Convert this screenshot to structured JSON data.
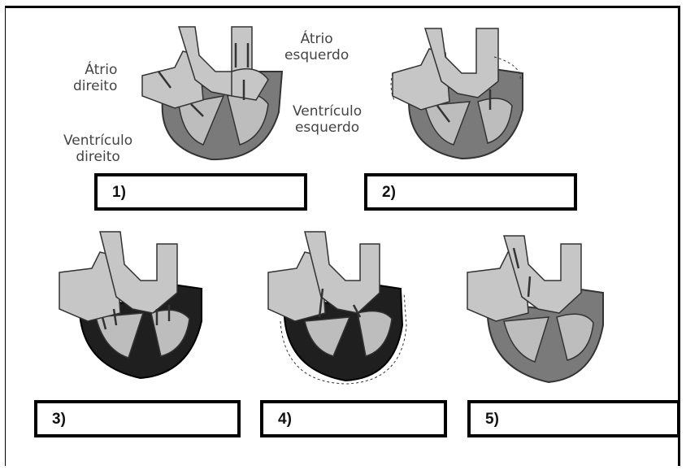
{
  "labels": {
    "atrio_direito": [
      "Átrio",
      "direito"
    ],
    "ventriculo_direito": [
      "Ventrículo",
      "direito"
    ],
    "atrio_esquerdo": [
      "Átrio",
      "esquerdo"
    ],
    "ventriculo_esquerdo": [
      "Ventrículo",
      "esquerdo"
    ]
  },
  "boxes": [
    "1)",
    "2)",
    "3)",
    "4)",
    "5)"
  ],
  "colors": {
    "muscle_dark": "#1f1f1f",
    "muscle_gray": "#7a7a7a",
    "chamber": "#bdbdbd",
    "vessel": "#c6c6c6"
  }
}
